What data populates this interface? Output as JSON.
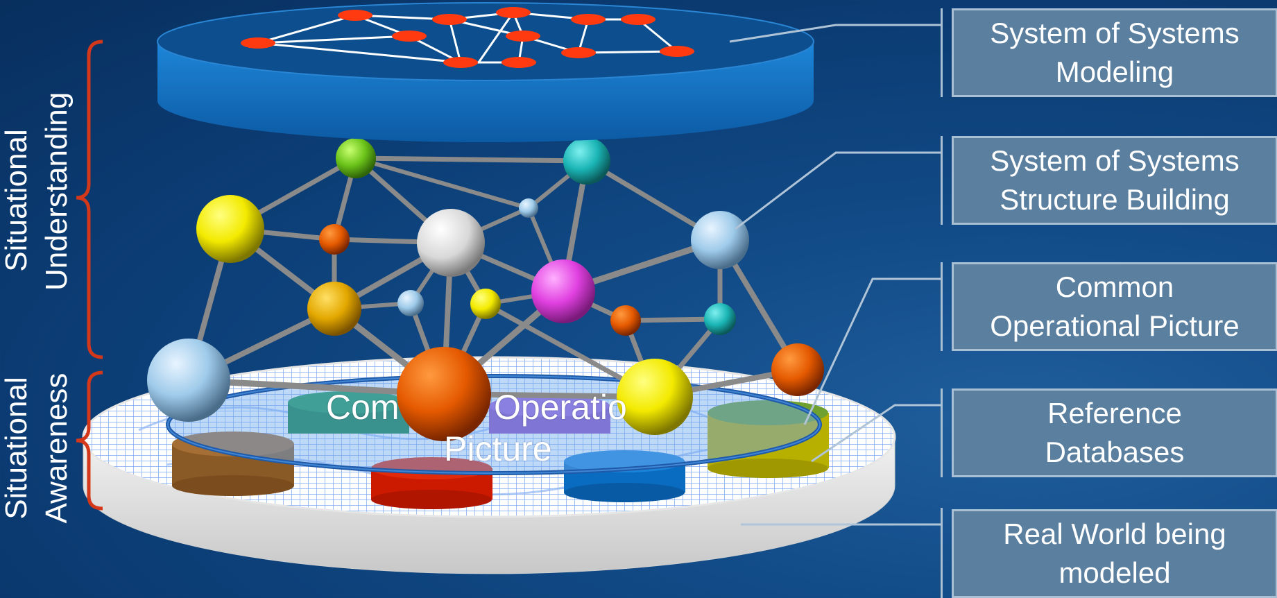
{
  "side_labels": {
    "understanding": [
      "Situational",
      "Understanding"
    ],
    "awareness": [
      "Situational",
      "Awareness"
    ]
  },
  "layer_labels": [
    [
      "System of Systems",
      "Modeling"
    ],
    [
      "System of Systems",
      "Structure Building"
    ],
    [
      "Common",
      "Operational Picture"
    ],
    [
      "Reference",
      "Databases"
    ],
    [
      "Real World being",
      "modeled"
    ]
  ],
  "disc_text": {
    "line1a": "Com",
    "line1b": "Operatio",
    "line2": "Picture"
  },
  "colors": {
    "background": "#0b3b72",
    "bracket": "#d4381a",
    "label_box": "#5b7f9f",
    "label_border": "#a9bfd3",
    "top_disc": "#1a78c8",
    "node_red": "#ff3a10",
    "edge_gray": "#8a8a8a",
    "leader_line": "#b0c4d8"
  }
}
